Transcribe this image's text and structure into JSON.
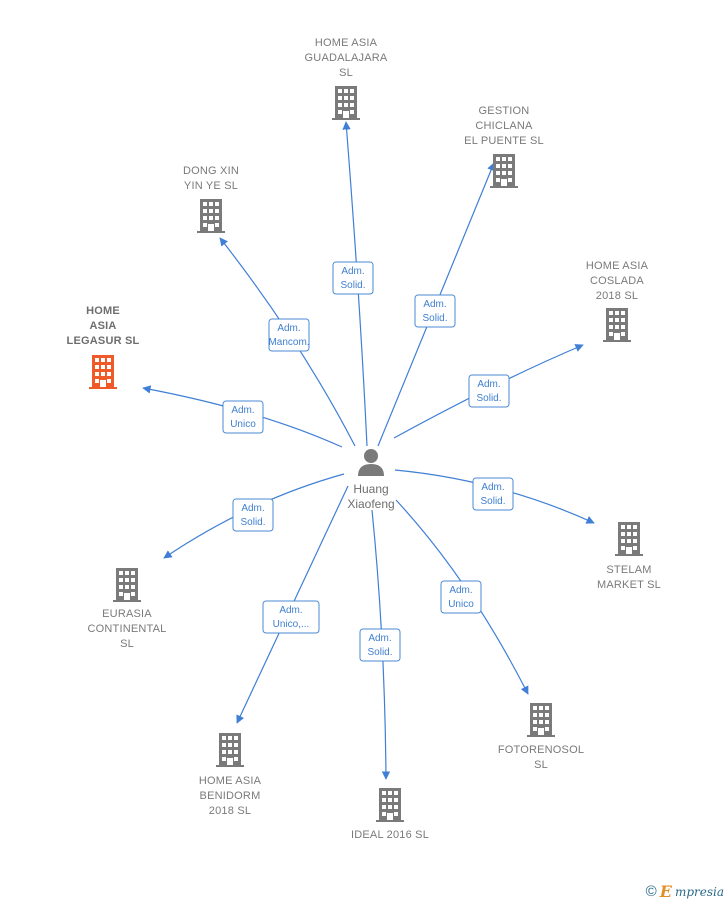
{
  "colors": {
    "edge": "#3f7fd6",
    "building": "#7a7a7a",
    "building_highlight": "#f05a28",
    "person": "#7a7a7a"
  },
  "center": {
    "name_lines": [
      "Huang",
      "Xiaofeng"
    ],
    "icon": "person-icon"
  },
  "nodes": [
    {
      "id": "home-asia-guadalajara",
      "lines": [
        "HOME ASIA",
        "GUADALAJARA",
        "SL"
      ],
      "icon": "building-icon",
      "highlight": false,
      "relation": [
        "Adm.",
        "Solid."
      ]
    },
    {
      "id": "gestion-chiclana",
      "lines": [
        "GESTION",
        "CHICLANA",
        "EL PUENTE  SL"
      ],
      "icon": "building-icon",
      "highlight": false,
      "relation": [
        "Adm.",
        "Solid."
      ]
    },
    {
      "id": "dong-xin-yin-ye",
      "lines": [
        "DONG XIN",
        "YIN YE SL"
      ],
      "icon": "building-icon",
      "highlight": false,
      "relation": [
        "Adm.",
        "Mancom."
      ]
    },
    {
      "id": "home-asia-coslada",
      "lines": [
        "HOME ASIA",
        "COSLADA",
        "2018  SL"
      ],
      "icon": "building-icon",
      "highlight": false,
      "relation": [
        "Adm.",
        "Solid."
      ]
    },
    {
      "id": "home-asia-legasur",
      "lines": [
        "HOME",
        "ASIA",
        "LEGASUR  SL"
      ],
      "icon": "building-icon",
      "highlight": true,
      "relation": [
        "Adm.",
        "Unico"
      ]
    },
    {
      "id": "stelam-market",
      "lines": [
        "STELAM",
        "MARKET  SL"
      ],
      "icon": "building-icon",
      "highlight": false,
      "relation": [
        "Adm.",
        "Solid."
      ]
    },
    {
      "id": "eurasia-continental",
      "lines": [
        "EURASIA",
        "CONTINENTAL",
        "SL"
      ],
      "icon": "building-icon",
      "highlight": false,
      "relation": [
        "Adm.",
        "Solid."
      ]
    },
    {
      "id": "fotorenosol",
      "lines": [
        "FOTORENOSOL",
        "SL"
      ],
      "icon": "building-icon",
      "highlight": false,
      "relation": [
        "Adm.",
        "Unico"
      ]
    },
    {
      "id": "home-asia-benidorm",
      "lines": [
        "HOME ASIA",
        "BENIDORM",
        "2018  SL"
      ],
      "icon": "building-icon",
      "highlight": false,
      "relation": [
        "Adm.",
        "Unico,..."
      ]
    },
    {
      "id": "ideal-2016",
      "lines": [
        "IDEAL 2016  SL"
      ],
      "icon": "building-icon",
      "highlight": false,
      "relation": [
        "Adm.",
        "Solid."
      ]
    }
  ],
  "footer": {
    "copyright_symbol": "©",
    "brand_initial": "E",
    "brand_rest": "mpresia"
  }
}
